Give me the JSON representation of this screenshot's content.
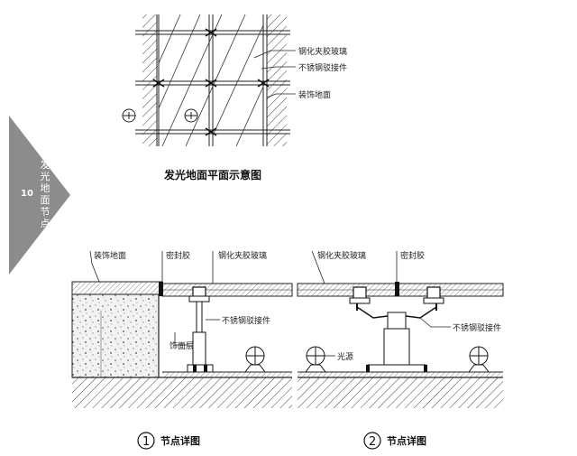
{
  "side_tab": {
    "number": "10",
    "title_chars": [
      "发",
      "光",
      "地",
      "面",
      "节",
      "点"
    ],
    "color": "#8c8c8c"
  },
  "plan": {
    "title": "发光地面平面示意图",
    "labels": [
      "钢化夹胶玻璃",
      "不锈钢驳接件",
      "装饰地面"
    ]
  },
  "detail_1": {
    "number": "1",
    "caption": "节点详图",
    "labels": [
      "装饰地面",
      "密封胶",
      "钢化夹胶玻璃",
      "不锈钢驳接件",
      "饰面层"
    ]
  },
  "detail_2": {
    "number": "2",
    "caption": "节点详图",
    "labels": [
      "钢化夹胶玻璃",
      "密封胶",
      "不锈钢驳接件",
      "光源"
    ]
  },
  "line_color": "#222222"
}
